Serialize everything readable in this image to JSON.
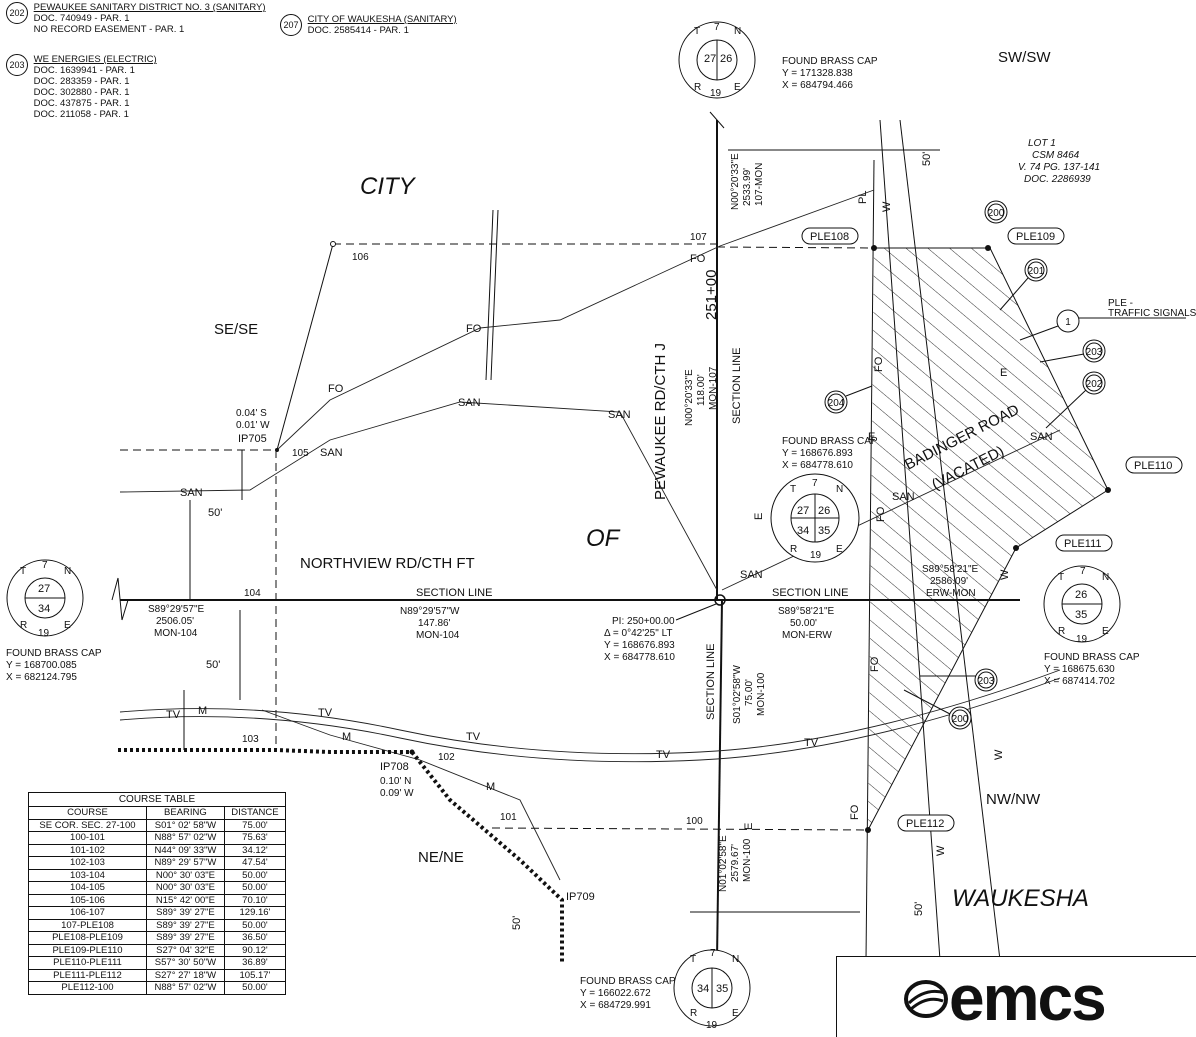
{
  "legend": [
    {
      "num": "202",
      "title": "PEWAUKEE SANITARY DISTRICT NO. 3 (SANITARY)",
      "lines": [
        "DOC. 740949 - PAR. 1",
        "NO RECORD EASEMENT - PAR. 1"
      ]
    },
    {
      "num": "207",
      "title": "CITY OF WAUKESHA (SANITARY)",
      "lines": [
        "DOC. 2585414 - PAR. 1"
      ]
    },
    {
      "num": "203",
      "title": "WE ENERGIES (ELECTRIC)",
      "lines": [
        "DOC. 1639941 - PAR. 1",
        "DOC. 283359 - PAR. 1",
        "DOC. 302880 - PAR. 1",
        "DOC. 437875 - PAR. 1",
        "DOC. 211058 - PAR. 1"
      ]
    }
  ],
  "labels": {
    "city": "CITY",
    "of": "OF",
    "waukesha": "WAUKESHA",
    "se_se": "SE/SE",
    "sw_sw": "SW/SW",
    "ne_ne": "NE/NE",
    "nw_nw": "NW/NW",
    "northview": "NORTHVIEW RD/CTH FT",
    "pewaukee": "PEWAUKEE RD/CTH J",
    "badinger_1": "BADINGER ROAD",
    "badinger_2": "(VACATED)",
    "section_line": "SECTION LINE",
    "station_251": "251+00",
    "ple_signals_1": "PLE -",
    "ple_signals_2": "TRAFFIC SIGNALS",
    "lot": [
      "LOT 1",
      "CSM 8464",
      "V. 74 PG. 137-141",
      "DOC. 2286939"
    ]
  },
  "points": {
    "p106": "106",
    "p105": "105",
    "p104": "104",
    "p103": "103",
    "p102": "102",
    "p101": "101",
    "p100": "100",
    "p107": "107",
    "ip705": "IP705",
    "ip705_off": [
      "0.04' S",
      "0.01' W"
    ],
    "ip708": "IP708",
    "ip708_off": [
      "0.10' N",
      "0.09' W"
    ],
    "ip709": "IP709"
  },
  "ple_tags": [
    "PLE108",
    "PLE109",
    "PLE110",
    "PLE111",
    "PLE112"
  ],
  "circle_tags": {
    "c200a": "200",
    "c201": "201",
    "c203a": "203",
    "c202": "202",
    "c204": "204",
    "c203b": "203",
    "c200b": "200",
    "c1": "1"
  },
  "bearings": {
    "north_centerline": [
      "N00°20'33\"E",
      "2533.99'",
      "107-MON"
    ],
    "center_mid": [
      "N00°20'33\"E",
      "118.00'",
      "MON-107"
    ],
    "west_section": [
      "S89°29'57\"E",
      "2506.05'",
      "MON-104"
    ],
    "mid_section": [
      "N89°29'57\"W",
      "147.86'",
      "MON-104"
    ],
    "east_section": [
      "S89°58'21\"E",
      "50.00'",
      "MON-ERW"
    ],
    "east_long": [
      "S89°58'21\"E",
      "2586.09'",
      "ERW-MON"
    ],
    "south_short": [
      "S01°02'58\"W",
      "75.00'",
      "MON-100"
    ],
    "south_long": [
      "N01°02'58\"E",
      "2579.67'",
      "MON-100"
    ],
    "dim_50": "50'"
  },
  "pi": [
    "PI: 250+00.00",
    "Δ = 0°42'25\" LT",
    "Y = 168676.893",
    "X = 684778.610"
  ],
  "monuments": [
    {
      "id": "top",
      "sec": [
        "27",
        "26"
      ],
      "label": "FOUND BRASS CAP",
      "coords": [
        "Y = 171328.838",
        "X = 684794.466"
      ],
      "letters": [
        "T",
        "7",
        "N",
        "R",
        "19",
        "E"
      ]
    },
    {
      "id": "center",
      "sec": [
        "27",
        "26",
        "34",
        "35"
      ],
      "label": "FOUND BRASS CAP",
      "coords": [
        "Y = 168676.893",
        "X = 684778.610"
      ],
      "letters": [
        "T",
        "7",
        "N",
        "R",
        "19",
        "E"
      ]
    },
    {
      "id": "west",
      "sec": [
        "27",
        "34"
      ],
      "label": "FOUND BRASS CAP",
      "coords": [
        "Y = 168700.085",
        "X = 682124.795"
      ],
      "letters": [
        "T",
        "7",
        "N",
        "R",
        "19",
        "E"
      ]
    },
    {
      "id": "east",
      "sec": [
        "26",
        "35"
      ],
      "label": "FOUND BRASS CAP",
      "coords": [
        "Y = 168675.630",
        "X = 687414.702"
      ],
      "letters": [
        "T",
        "7",
        "N",
        "R",
        "19",
        "E"
      ]
    },
    {
      "id": "bottom",
      "sec": [
        "34",
        "35"
      ],
      "label": "FOUND BRASS CAP",
      "coords": [
        "Y = 166022.672",
        "X = 684729.991"
      ],
      "letters": [
        "T",
        "7",
        "N",
        "R",
        "19",
        "E"
      ]
    }
  ],
  "utilities": {
    "fo": "FO",
    "san": "SAN",
    "tv": "TV",
    "m": "M",
    "e": "E",
    "w": "W",
    "pl": "PL"
  },
  "course_table": {
    "title": "COURSE TABLE",
    "headers": [
      "COURSE",
      "BEARING",
      "DISTANCE"
    ],
    "rows": [
      [
        "SE COR. SEC. 27-100",
        "S01° 02' 58\"W",
        "75.00'"
      ],
      [
        "100-101",
        "N88° 57' 02\"W",
        "75.63'"
      ],
      [
        "101-102",
        "N44° 09' 33\"W",
        "34.12'"
      ],
      [
        "102-103",
        "N89° 29' 57\"W",
        "47.54'"
      ],
      [
        "103-104",
        "N00° 30' 03\"E",
        "50.00'"
      ],
      [
        "104-105",
        "N00° 30' 03\"E",
        "50.00'"
      ],
      [
        "105-106",
        "N15° 42' 00\"E",
        "70.10'"
      ],
      [
        "106-107",
        "S89° 39' 27\"E",
        "129.16'"
      ],
      [
        "107-PLE108",
        "S89° 39' 27\"E",
        "50.00'"
      ],
      [
        "PLE108-PLE109",
        "S89° 39' 27\"E",
        "36.50'"
      ],
      [
        "PLE109-PLE110",
        "S27° 04' 32\"E",
        "90.12'"
      ],
      [
        "PLE110-PLE111",
        "S57° 30' 50\"W",
        "36.89'"
      ],
      [
        "PLE111-PLE112",
        "S27° 27' 18\"W",
        "105.17'"
      ],
      [
        "PLE112-100",
        "N88° 57' 02\"W",
        "50.00'"
      ]
    ]
  },
  "logo": {
    "text": "emcs"
  }
}
